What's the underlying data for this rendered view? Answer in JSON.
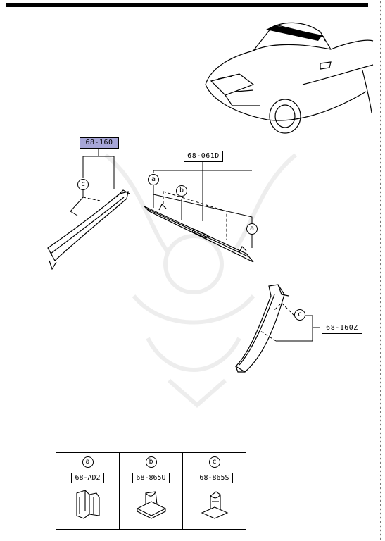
{
  "callouts": {
    "left_pillar": "68-160",
    "header_trim": "68-061D",
    "right_pillar": "68-160Z"
  },
  "letters": {
    "a": "a",
    "b": "b",
    "c": "c"
  },
  "legend": {
    "columns": [
      {
        "symbol": "a",
        "code": "68-AD2",
        "icon": "clip-a-icon"
      },
      {
        "symbol": "b",
        "code": "68-865U",
        "icon": "clip-b-icon"
      },
      {
        "symbol": "c",
        "code": "68-865S",
        "icon": "clip-c-icon"
      }
    ]
  },
  "colors": {
    "highlight": "#a7a6d8",
    "ink": "#000000"
  }
}
